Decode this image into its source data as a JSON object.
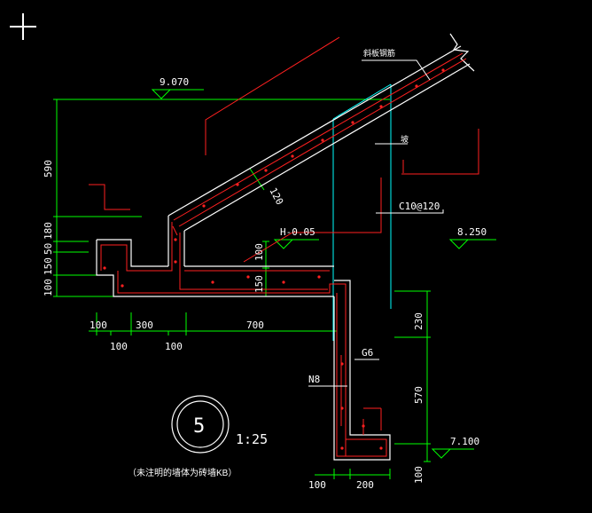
{
  "drawing": {
    "colors": {
      "background": "#000000",
      "concrete_outline": "#ffffff",
      "rebar": "#ff2020",
      "dimension": "#00ff00",
      "axis": "#00ffff",
      "text": "#ffffff",
      "cursor": "#ffffff"
    },
    "cursor_icon": "crosshair-cursor-icon",
    "labels": {
      "callout_top_right": "斜板钢筋",
      "elev_top": "9.070",
      "elev_mid": "H-0.05",
      "elev_right": "8.250",
      "elev_bottom": "7.100",
      "slab_thickness": "120",
      "rebar_spec": "C10@120",
      "rebar_g6": "G6",
      "rebar_n8": "N8",
      "axis_mark": "坡"
    },
    "dims_left_vertical": [
      "590",
      "180",
      "50",
      "150",
      "100"
    ],
    "dim_100_inner": "100",
    "dim_150_inner": "150",
    "dims_bottom_row1": [
      "100",
      "300",
      "700"
    ],
    "dims_bottom_row2": [
      "100",
      "100"
    ],
    "dims_right_vertical": [
      "230",
      "570",
      "100"
    ],
    "dims_bottom_right": [
      "100",
      "200"
    ],
    "detail": {
      "number": "5",
      "scale": "1:25",
      "caption": "（未注明的墙体为砖墙KB）"
    }
  }
}
